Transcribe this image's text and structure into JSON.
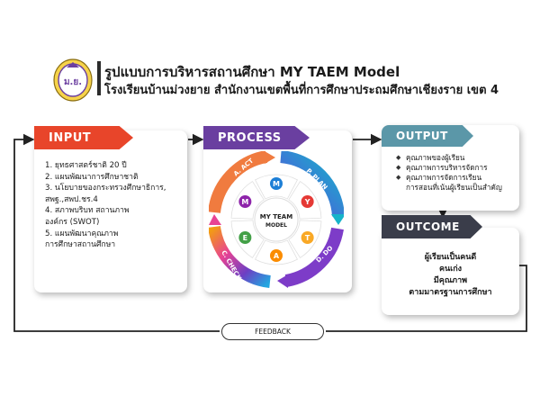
{
  "header": {
    "logo_text": "ม.ย.",
    "title_line1": "รูปแบบการบริหารสถานศึกษา MY TAEM Model",
    "title_line2": "โรงเรียนบ้านม่วงยาย สำนักงานเขตพื้นที่การศึกษาประถมศึกษาเชียงราย เขต 4"
  },
  "input": {
    "label": "INPUT",
    "items": [
      "1. ยุทธศาสตร์ชาติ 20 ปี",
      "2. แผนพัฒนาการศึกษาชาติ",
      "3. นโยบายของกระทรวงศึกษาธิการ,\n    สพฐ.,สพป.ชร.4",
      "4. สภาพบริบท สถานภาพ\n    องค์กร (SWOT)",
      "5. แผนพัฒนาคุณภาพ\n    การศึกษาสถานศึกษา"
    ]
  },
  "process": {
    "label": "PROCESS",
    "cycle": {
      "act": "A. ACT",
      "plan": "P. PLAN",
      "do": "D. DO",
      "check": "C. CHECK"
    },
    "center": {
      "line1": "MY TEAM",
      "line2": "MODEL"
    },
    "segments": [
      {
        "letter": "M",
        "color": "#1d7fd6"
      },
      {
        "letter": "Y",
        "color": "#e53935"
      },
      {
        "letter": "T",
        "color": "#f9a825"
      },
      {
        "letter": "A",
        "color": "#fb8c00"
      },
      {
        "letter": "E",
        "color": "#43a047"
      },
      {
        "letter": "M",
        "color": "#8e24aa"
      }
    ]
  },
  "output": {
    "label": "OUTPUT",
    "items": [
      "คุณภาพของผู้เรียน",
      "คุณภาพการบริหารจัดการ",
      "คุณภาพการจัดการเรียน\nการสอนที่เน้นผู้เรียนเป็นสำคัญ"
    ]
  },
  "outcome": {
    "label": "OUTCOME",
    "lines": [
      "ผู้เรียนเป็นคนดี",
      "คนเก่ง",
      "มีคุณภาพ",
      "ตามมาตรฐานการศึกษา"
    ]
  },
  "feedback": {
    "label": "FEEDBACK"
  }
}
